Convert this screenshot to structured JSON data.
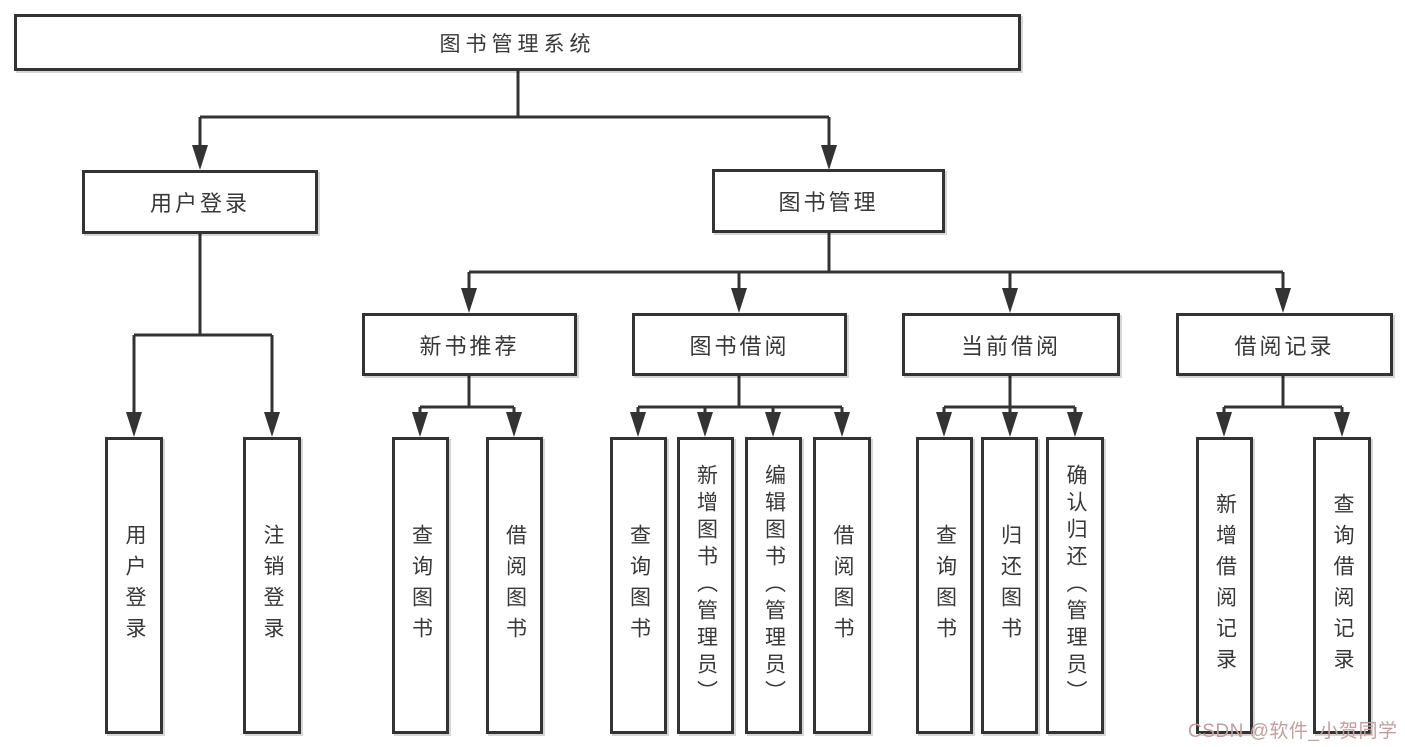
{
  "nodes": {
    "root": "图书管理系统",
    "user_login": "用户登录",
    "book_mgmt": "图书管理",
    "new_books": "新书推荐",
    "book_borrow": "图书借阅",
    "current_borrow": "当前借阅",
    "borrow_records": "借阅记录",
    "leaf_user_login": "用户登录",
    "leaf_logout": "注销登录",
    "leaf_query_new": "查询图书",
    "leaf_borrow_new": "借阅图书",
    "leaf_query_borrow": "查询图书",
    "leaf_add_book": "新增图书（管理员）",
    "leaf_edit_book": "编辑图书（管理员）",
    "leaf_borrow_book": "借阅图书",
    "leaf_query_current": "查询图书",
    "leaf_return_book": "归还图书",
    "leaf_confirm_return": "确认归还（管理员）",
    "leaf_add_record": "新增借阅记录",
    "leaf_query_record": "查询借阅记录"
  },
  "hierarchy": {
    "图书管理系统": [
      "用户登录",
      "图书管理"
    ],
    "用户登录": [
      "用户登录",
      "注销登录"
    ],
    "图书管理": [
      "新书推荐",
      "图书借阅",
      "当前借阅",
      "借阅记录"
    ],
    "新书推荐": [
      "查询图书",
      "借阅图书"
    ],
    "图书借阅": [
      "查询图书",
      "新增图书（管理员）",
      "编辑图书（管理员）",
      "借阅图书"
    ],
    "当前借阅": [
      "查询图书",
      "归还图书",
      "确认归还（管理员）"
    ],
    "借阅记录": [
      "新增借阅记录",
      "查询借阅记录"
    ]
  },
  "watermark": {
    "text": "CSDN @软件_小贺同学"
  },
  "colors": {
    "line": "#333333",
    "text": "#383838",
    "background": "#ffffff",
    "watermark": "#c49e9e"
  }
}
